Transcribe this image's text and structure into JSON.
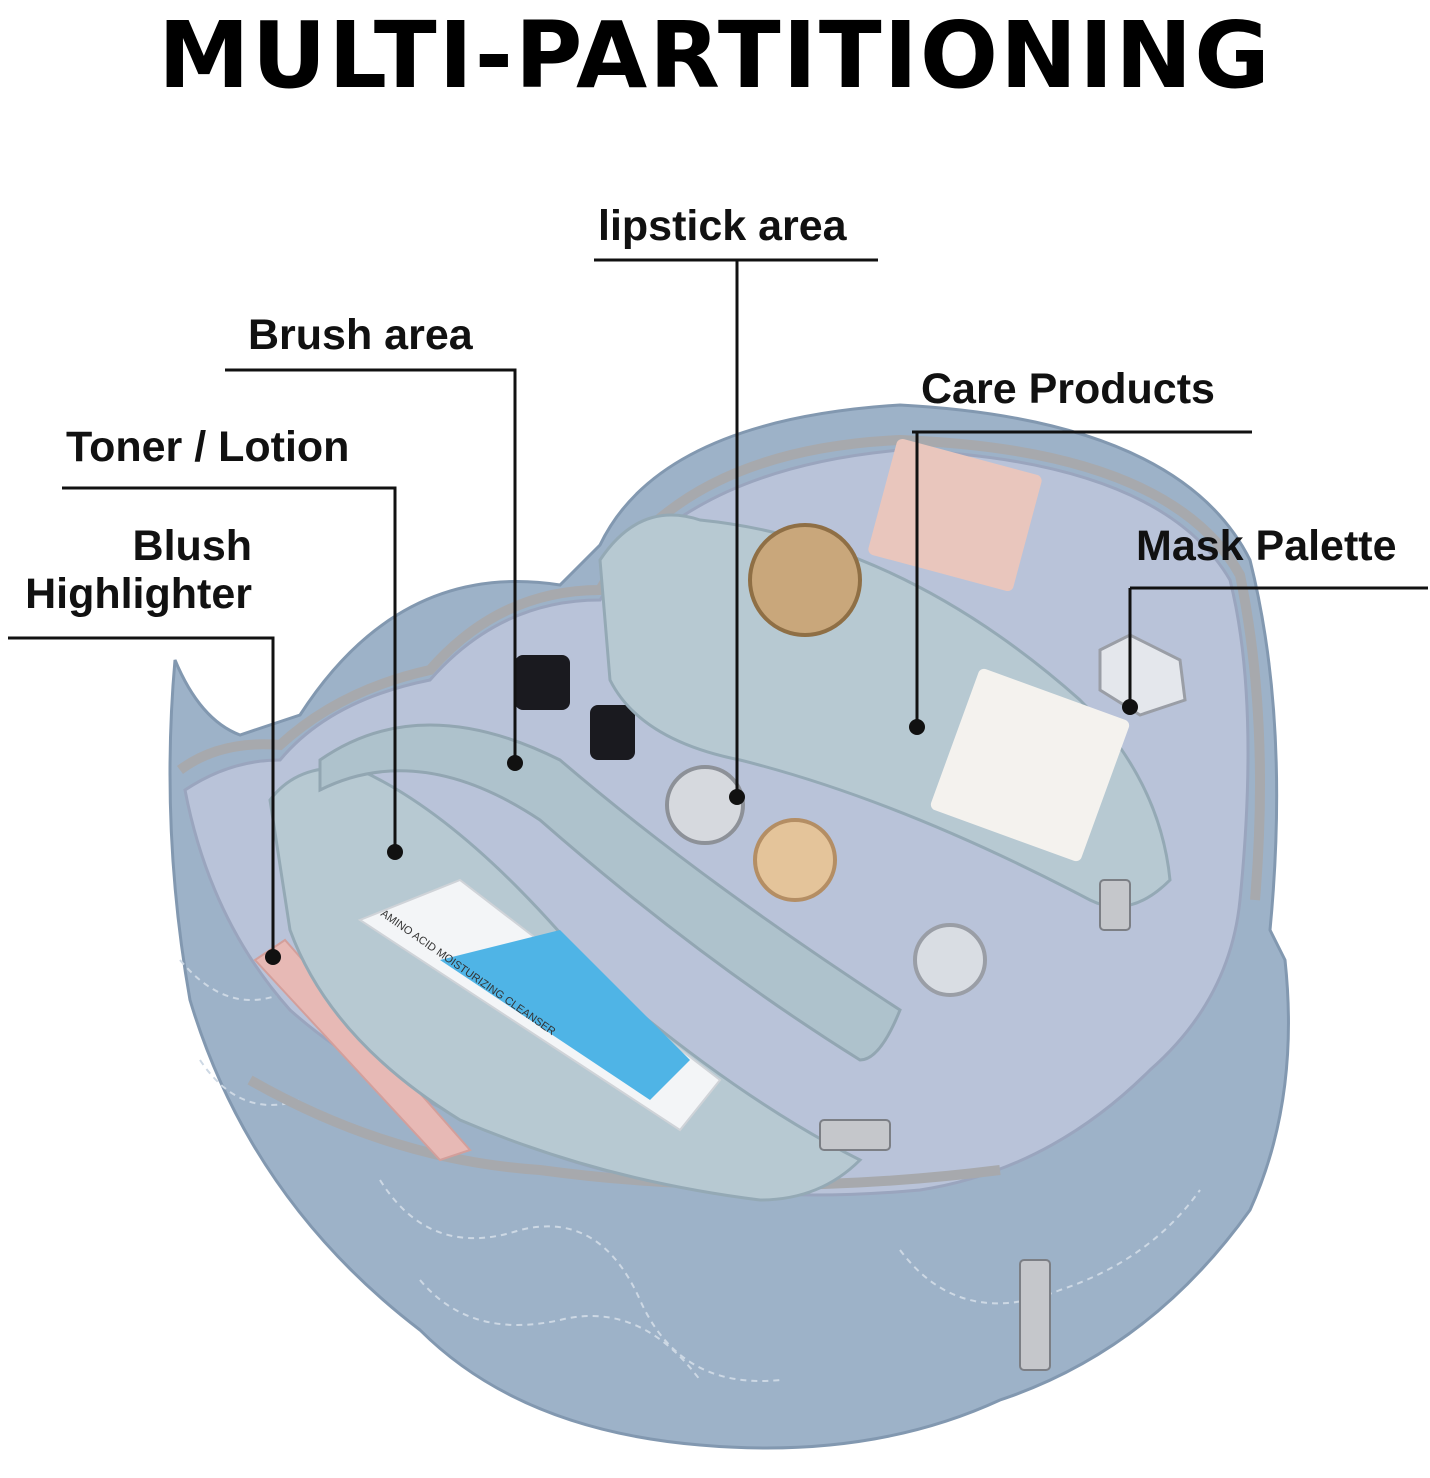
{
  "title": "MULTI-PARTITIONING",
  "labels": {
    "lipstick": "lipstick area",
    "brush": "Brush area",
    "care": "Care Products",
    "toner": "Toner / Lotion",
    "mask": "Mask Palette",
    "blush_line1": "Blush",
    "blush_line2": "Highlighter"
  },
  "product_print": {
    "tube_text": "AMINO ACID MOISTURIZING CLEANSER"
  },
  "colors": {
    "bag_shell": "#9db2c8",
    "lining": "#b9c3d9",
    "pouch": "#b7c9d2",
    "zipper": "#a7a9ad",
    "leader_line": "#111111",
    "tube_blue": "#4fb4e6",
    "blush_pink": "#e7b9b5"
  }
}
